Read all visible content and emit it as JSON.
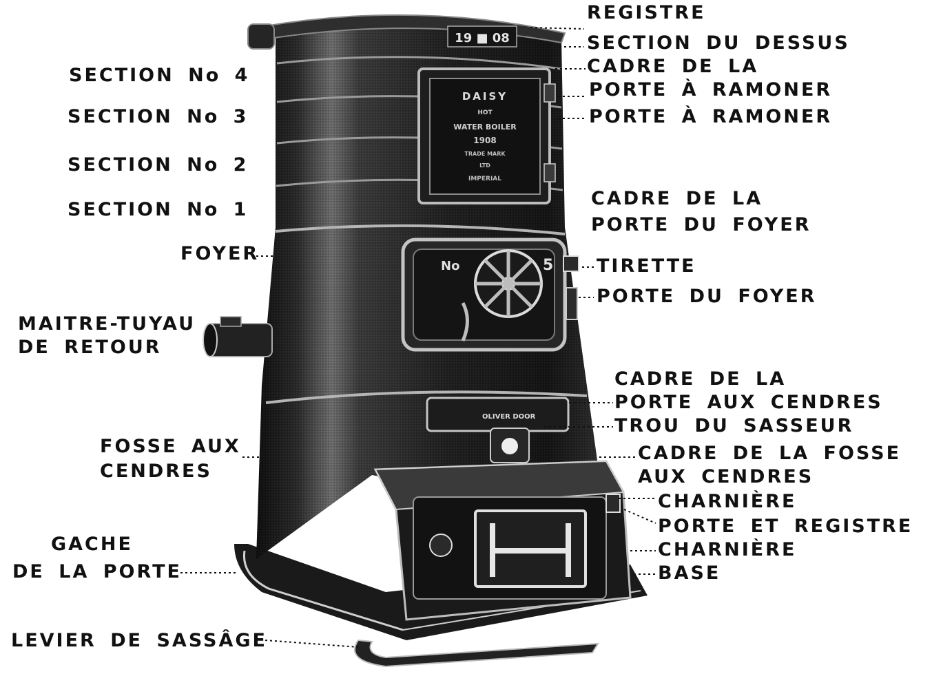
{
  "colors": {
    "ink": "#111111",
    "metal_dark": "#1c1c1c",
    "metal_mid": "#3a3a3a",
    "highlight": "#d8d8d8",
    "paper": "#ffffff"
  },
  "plate": {
    "text_lines": [
      "DAISY",
      "HOT",
      "WATER BOILER",
      "1908",
      "TRADE MARK",
      "LTD",
      "IMPERIAL"
    ]
  },
  "top_number": "19 ■ 08",
  "fire_door_left": "No",
  "fire_door_right": "5",
  "ash_door_text": "OLIVER DOOR",
  "labels": {
    "registre": "REGISTRE",
    "section_dessus": "SECTION DU DESSUS",
    "cadre_porte_ramoner_1": "CADRE DE LA",
    "cadre_porte_ramoner_2": "PORTE À RAMONER",
    "porte_ramoner": "PORTE À RAMONER",
    "cadre_porte_foyer_1": "CADRE DE LA",
    "cadre_porte_foyer_2": "PORTE DU FOYER",
    "tirette": "TIRETTE",
    "porte_foyer": "PORTE DU FOYER",
    "cadre_porte_cendres_1": "CADRE DE LA",
    "cadre_porte_cendres_2": "PORTE AUX CENDRES",
    "trou_sasseur": "TROU DU SASSEUR",
    "cadre_fosse_1": "CADRE DE LA FOSSE",
    "cadre_fosse_2": "AUX CENDRES",
    "charniere_1": "CHARNIÈRE",
    "porte_registre": "PORTE ET REGISTRE",
    "charniere_2": "CHARNIÈRE",
    "base": "BASE",
    "section_4": "SECTION No 4",
    "section_3": "SECTION No 3",
    "section_2": "SECTION No 2",
    "section_1": "SECTION No 1",
    "foyer": "FOYER",
    "maitre_tuyau_1": "MAITRE-TUYAU",
    "maitre_tuyau_2": "DE RETOUR",
    "fosse_cendres_1": "FOSSE AUX",
    "fosse_cendres_2": "CENDRES",
    "gache_1": "GACHE",
    "gache_2": "DE LA PORTE",
    "levier": "LEVIER DE SASSÂGE"
  }
}
